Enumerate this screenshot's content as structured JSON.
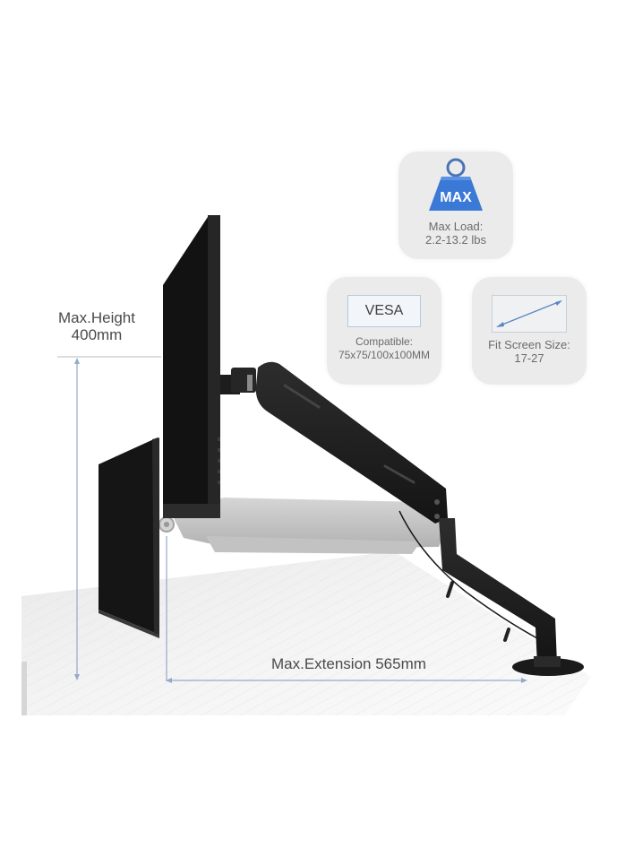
{
  "image": {
    "description": "Monitor arm product infographic",
    "background": "#ffffff",
    "accent_color": "#3b79d6",
    "dimension_line_color": "#93aacb"
  },
  "badges": {
    "max_load": {
      "icon": "weight-icon",
      "icon_text": "MAX",
      "label": "Max Load:",
      "value": "2.2-13.2 lbs"
    },
    "vesa": {
      "icon": "vesa-plate-icon",
      "icon_text": "VESA",
      "label": "Compatible:",
      "value": "75x75/100x100MM"
    },
    "screen_size": {
      "icon": "screen-diagonal-icon",
      "label": "Fit Screen Size:",
      "value": "17-27"
    }
  },
  "dimensions": {
    "height": {
      "label": "Max.Height",
      "value": "400mm"
    },
    "extension": {
      "label": "Max.Extension 565mm"
    }
  }
}
